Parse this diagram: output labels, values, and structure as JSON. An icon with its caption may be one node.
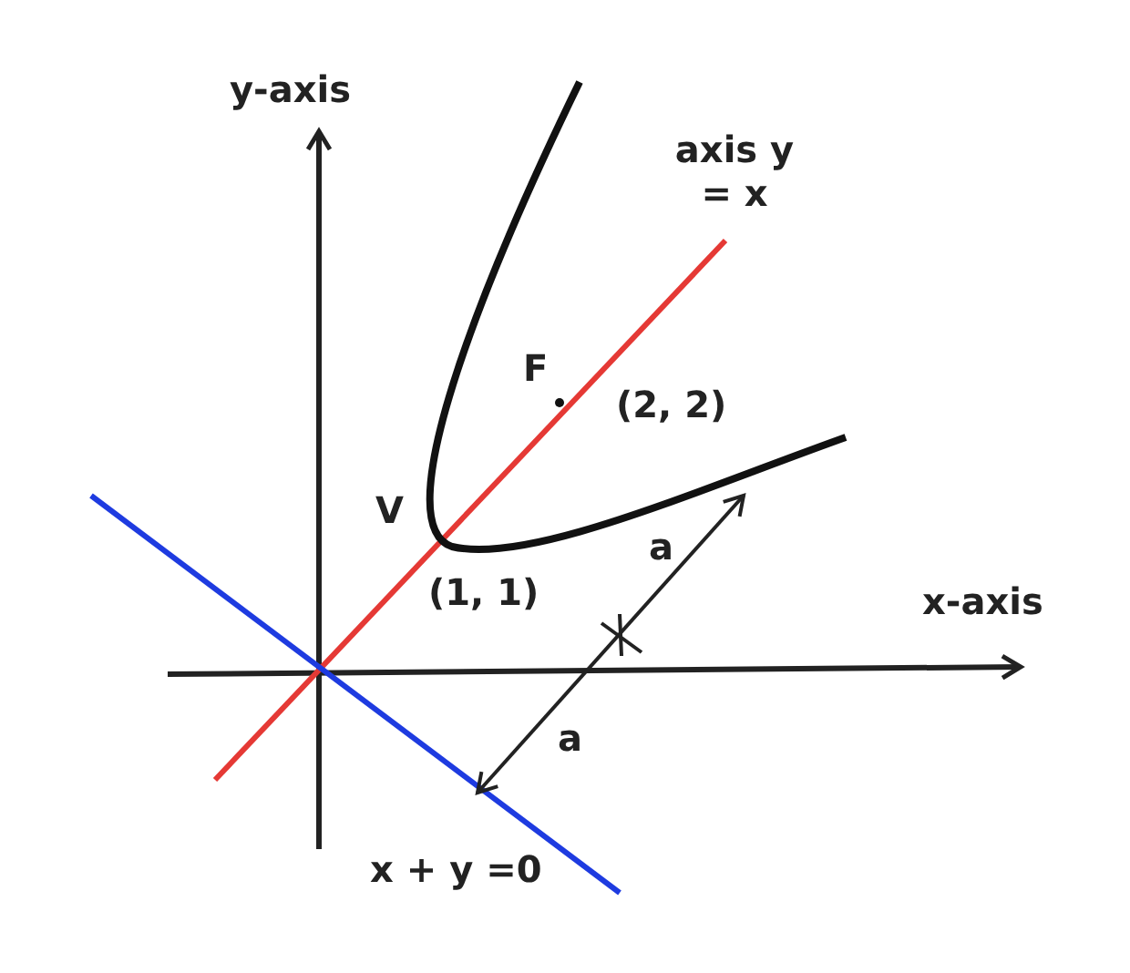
{
  "diagram": {
    "labels": [
      "y-axis",
      "axis y = x",
      "F",
      "(2, 2)",
      "V",
      "(1, 1)",
      "a",
      "x-axis",
      "a",
      "x + y =0"
    ]
  }
}
